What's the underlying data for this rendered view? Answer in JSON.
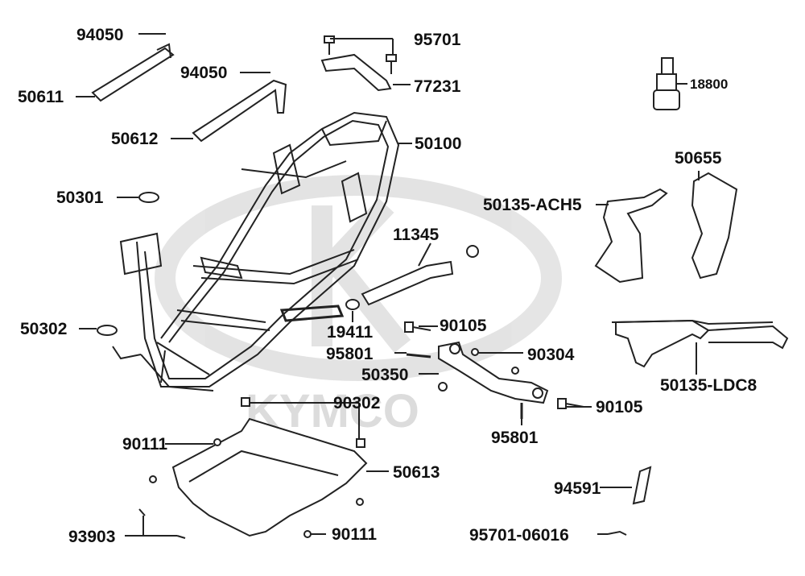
{
  "watermark": {
    "brand": "KYMCO"
  },
  "callouts": [
    {
      "id": "c-94050-a",
      "text": "94050"
    },
    {
      "id": "c-95701",
      "text": "95701"
    },
    {
      "id": "c-94050-b",
      "text": "94050"
    },
    {
      "id": "c-77231",
      "text": "77231"
    },
    {
      "id": "c-18800",
      "text": "18800"
    },
    {
      "id": "c-50611",
      "text": "50611"
    },
    {
      "id": "c-50612",
      "text": "50612"
    },
    {
      "id": "c-50100",
      "text": "50100"
    },
    {
      "id": "c-50655",
      "text": "50655"
    },
    {
      "id": "c-50301",
      "text": "50301"
    },
    {
      "id": "c-50135-ach5",
      "text": "50135-ACH5"
    },
    {
      "id": "c-11345",
      "text": "11345"
    },
    {
      "id": "c-19411",
      "text": "19411"
    },
    {
      "id": "c-90105-a",
      "text": "90105"
    },
    {
      "id": "c-50302",
      "text": "50302"
    },
    {
      "id": "c-95801-a",
      "text": "95801"
    },
    {
      "id": "c-90304",
      "text": "90304"
    },
    {
      "id": "c-50350",
      "text": "50350"
    },
    {
      "id": "c-50135-ldc8",
      "text": "50135-LDC8"
    },
    {
      "id": "c-90302",
      "text": "90302"
    },
    {
      "id": "c-90105-b",
      "text": "90105"
    },
    {
      "id": "c-95801-b",
      "text": "95801"
    },
    {
      "id": "c-90111-a",
      "text": "90111"
    },
    {
      "id": "c-50613",
      "text": "50613"
    },
    {
      "id": "c-94591",
      "text": "94591"
    },
    {
      "id": "c-93903",
      "text": "93903"
    },
    {
      "id": "c-90111-b",
      "text": "90111"
    },
    {
      "id": "c-95701-06016",
      "text": "95701-06016"
    }
  ]
}
